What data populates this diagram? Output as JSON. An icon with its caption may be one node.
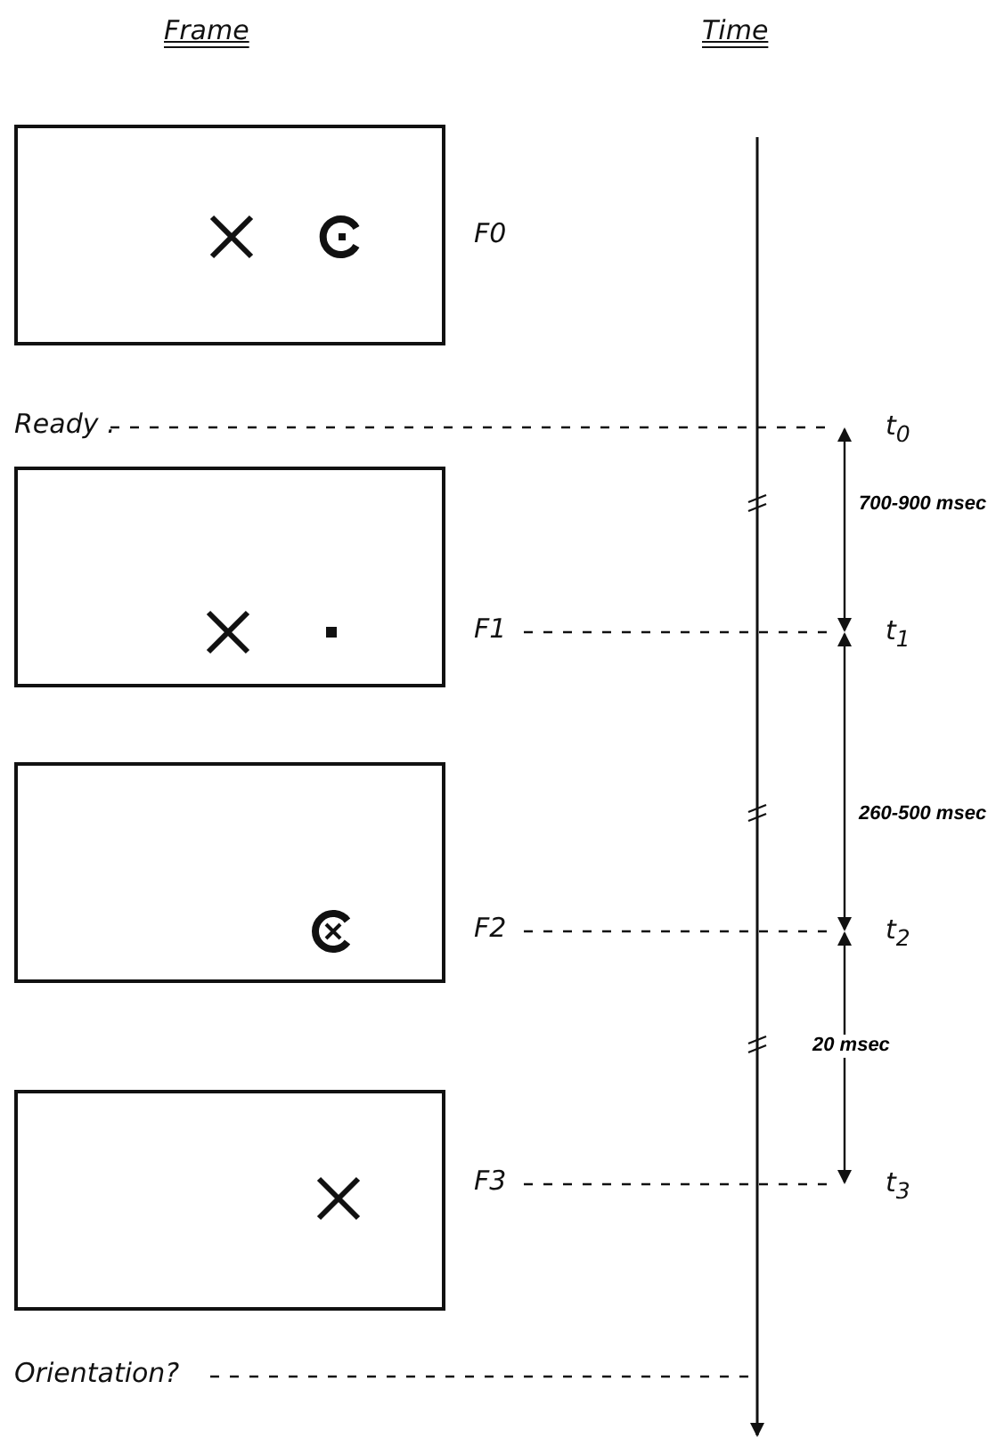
{
  "diagram": {
    "nodes": [
      {
        "text": [],
        "shape": "box",
        "beside": [
          "F0"
        ]
      },
      {
        "text": [],
        "shape": "box",
        "beside": [
          "F1"
        ]
      },
      {
        "text": [],
        "shape": "box",
        "beside": [
          "F2"
        ]
      },
      {
        "text": [],
        "shape": "box",
        "beside": [
          "F3"
        ]
      }
    ],
    "edges": [],
    "labels": [
      "Frame",
      "Time",
      "Ready .",
      "t$_{0}$",
      "700-900 msec",
      "t$_{1}$",
      "260-500 msec",
      "t$_{2}$",
      "20 msec",
      "t$_{3}$",
      "Orientation?"
    ]
  }
}
